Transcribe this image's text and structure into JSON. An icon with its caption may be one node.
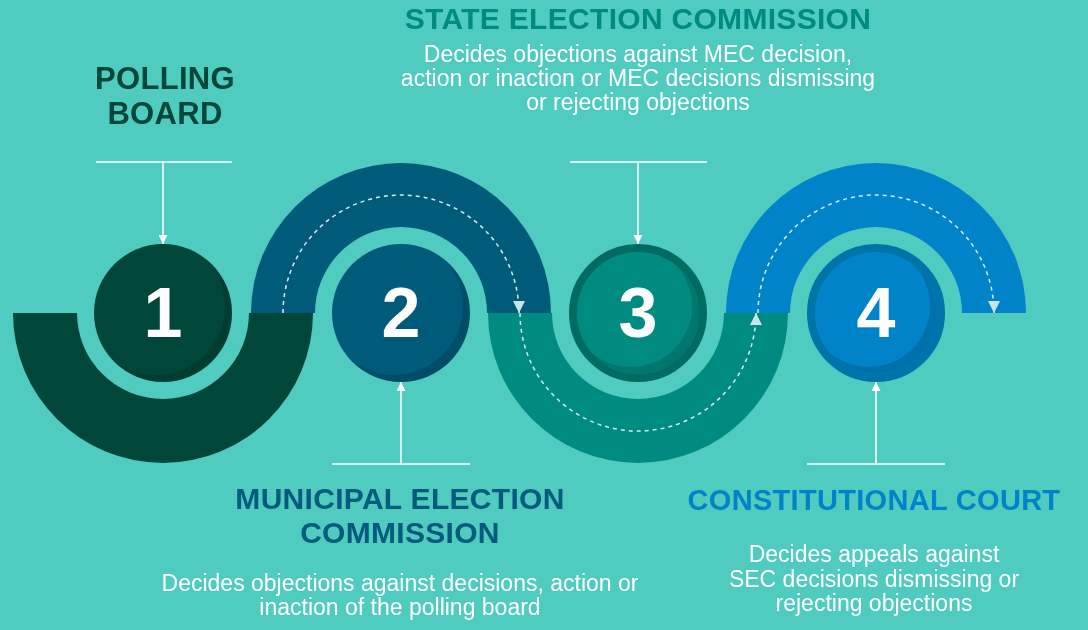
{
  "diagram": {
    "nodes": [
      {
        "text": [
          "POLLING BOARD"
        ]
      },
      {
        "text": [
          "1"
        ]
      },
      {
        "text": [
          "2"
        ]
      },
      {
        "text": [
          "MUNICIPAL ELECTION COMMISSION",
          "Decides objections against decisions, action or inaction of the polling board"
        ]
      },
      {
        "text": [
          "STATE ELECTION COMMISSION",
          "Decides objections against MEC decision, action or inaction or MEC decisions dismissing or rejecting objections"
        ]
      },
      {
        "text": [
          "3"
        ]
      },
      {
        "text": [
          "4"
        ]
      },
      {
        "text": [
          "CONSTITUTIONAL COURT",
          "Decides appeals against SEC decisions dismissing or rejecting objections"
        ]
      }
    ],
    "edges": [
      {
        "from": 0,
        "to": 1,
        "arrow": "to"
      },
      {
        "from": 3,
        "to": 2,
        "arrow": "to"
      },
      {
        "from": 4,
        "to": 5,
        "arrow": "to"
      },
      {
        "from": 7,
        "to": 6,
        "arrow": "to"
      }
    ]
  }
}
